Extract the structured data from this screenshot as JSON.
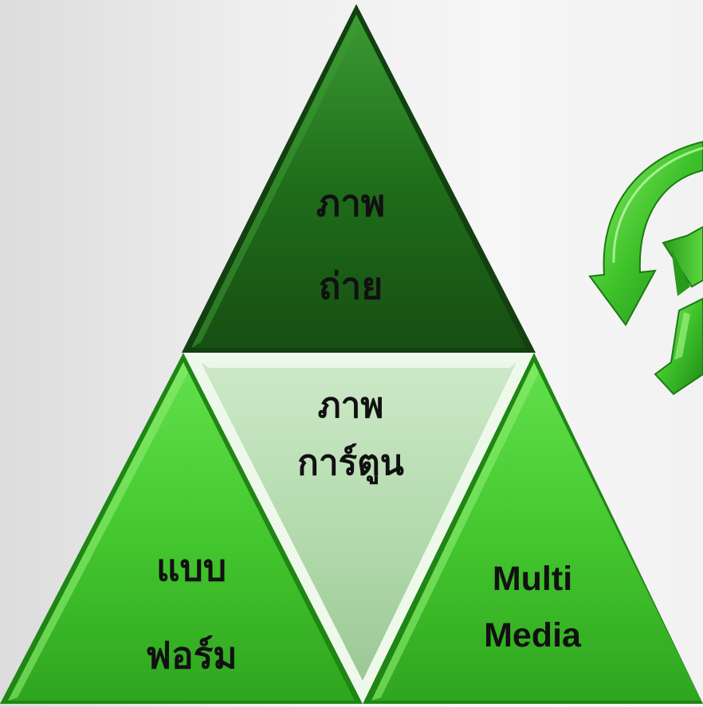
{
  "diagram": {
    "top": {
      "line1": "ภาพ",
      "line2": "ถ่าย"
    },
    "center": {
      "line1": "ภาพ",
      "line2": "การ์ตูน"
    },
    "left": {
      "line1": "แบบ",
      "line2": "ฟอร์ม"
    },
    "right": {
      "line1": "Multi",
      "line2": "Media"
    }
  },
  "colors": {
    "top_fill": "#1f6e1a",
    "center_fill": "#b5dcb0",
    "side_fill": "#3fc62c",
    "arrow_fill": "#3ec22a"
  },
  "icons": [
    "circular-arrow-icon",
    "refresh-arrows-icon"
  ]
}
